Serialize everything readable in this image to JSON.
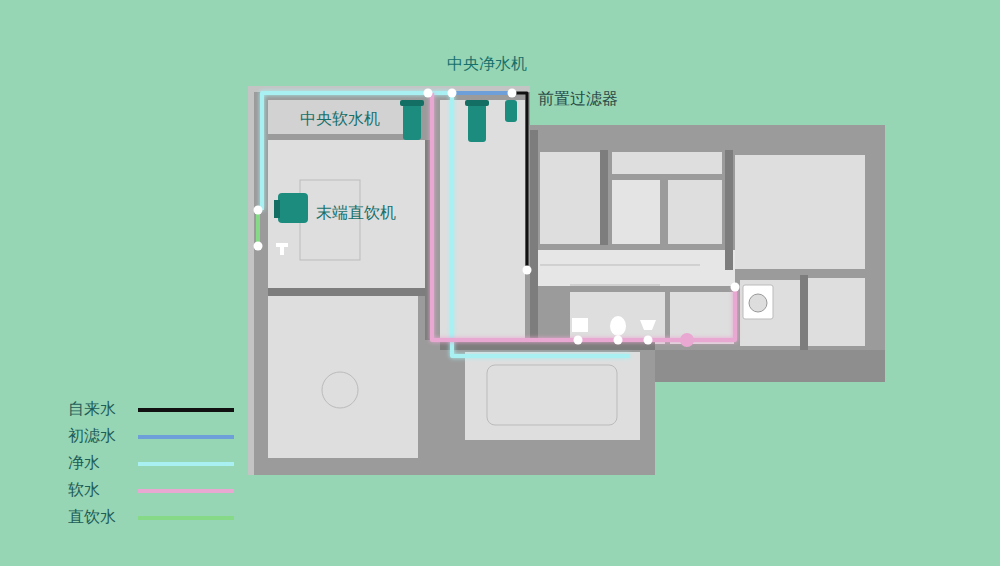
{
  "diagram": {
    "labels": [
      "中央净水机",
      "前置过滤器",
      "中央软水机",
      "末端直饮机"
    ],
    "legend": [
      {
        "text": "自来水",
        "color": "#111111"
      },
      {
        "text": "初滤水",
        "color": "#6f9fd8"
      },
      {
        "text": "净水",
        "color": "#a8f0f2"
      },
      {
        "text": "软水",
        "color": "#e9a8d2"
      },
      {
        "text": "直饮水",
        "color": "#86d986"
      }
    ]
  }
}
